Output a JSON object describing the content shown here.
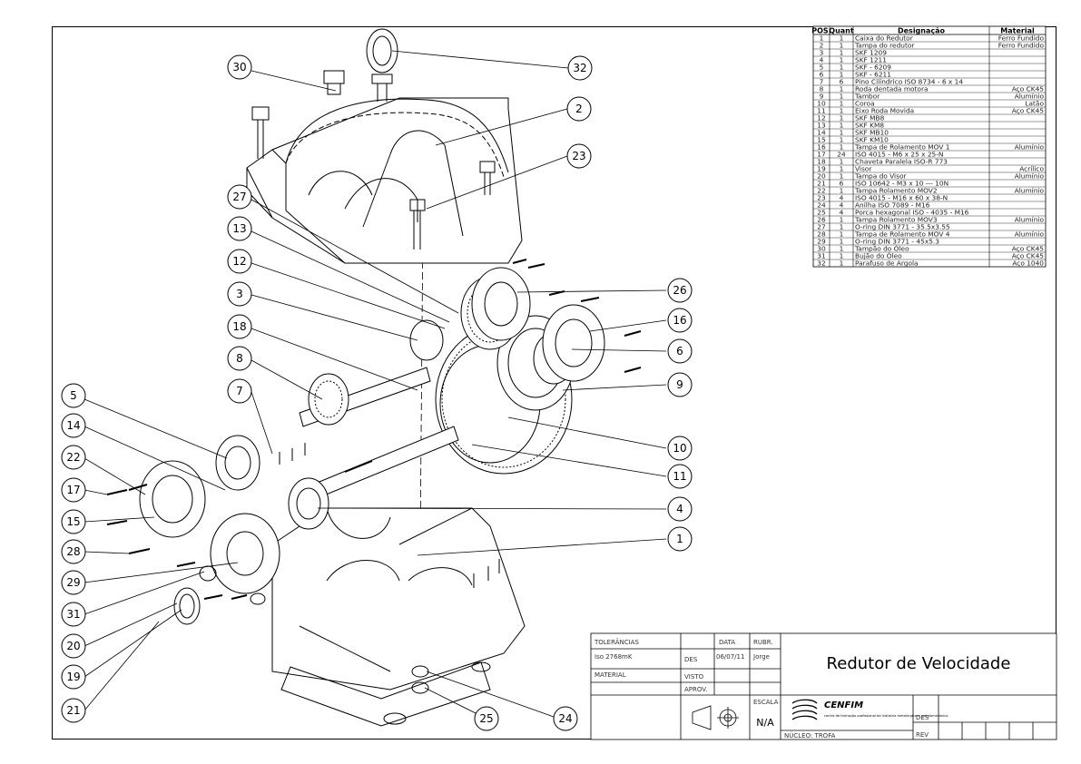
{
  "drawing_title": "Redutor de Velocidade",
  "bom": {
    "headers": {
      "pos": "POS.",
      "quant": "Quant",
      "designacao": "Designação",
      "material": "Material"
    },
    "rows": [
      {
        "pos": "1",
        "quant": "1",
        "designacao": "Caixa do Redutor",
        "material": "Ferro Fundido"
      },
      {
        "pos": "2",
        "quant": "1",
        "designacao": "Tampa do redutor",
        "material": "Ferro Fundido"
      },
      {
        "pos": "3",
        "quant": "1",
        "designacao": "SKF 1209",
        "material": ""
      },
      {
        "pos": "4",
        "quant": "1",
        "designacao": "SKF 1211",
        "material": ""
      },
      {
        "pos": "5",
        "quant": "1",
        "designacao": "SKF - 6209",
        "material": ""
      },
      {
        "pos": "6",
        "quant": "1",
        "designacao": "SKF - 6211",
        "material": ""
      },
      {
        "pos": "7",
        "quant": "6",
        "designacao": "Pino Cilíndrico ISO 8734 - 6 x 14",
        "material": ""
      },
      {
        "pos": "8",
        "quant": "1",
        "designacao": "Roda dentada motora",
        "material": "Aço CK45"
      },
      {
        "pos": "9",
        "quant": "1",
        "designacao": "Tambor",
        "material": "Alumínio"
      },
      {
        "pos": "10",
        "quant": "1",
        "designacao": "Coroa",
        "material": "Latão"
      },
      {
        "pos": "11",
        "quant": "1",
        "designacao": "Eixo Roda Movida",
        "material": "Aço CK45"
      },
      {
        "pos": "12",
        "quant": "1",
        "designacao": "SKF MB8",
        "material": ""
      },
      {
        "pos": "13",
        "quant": "1",
        "designacao": "SKF KM8",
        "material": ""
      },
      {
        "pos": "14",
        "quant": "1",
        "designacao": "SKF MB10",
        "material": ""
      },
      {
        "pos": "15",
        "quant": "1",
        "designacao": "SKF KM10",
        "material": ""
      },
      {
        "pos": "16",
        "quant": "1",
        "designacao": "Tampa de Rolamento MOV 1",
        "material": "Alumínio"
      },
      {
        "pos": "17",
        "quant": "24",
        "designacao": "ISO 4015 - M6 x 25 x 25-N",
        "material": ""
      },
      {
        "pos": "18",
        "quant": "1",
        "designacao": "Chaveta Paralela ISO-R 773",
        "material": ""
      },
      {
        "pos": "19",
        "quant": "1",
        "designacao": "Visor",
        "material": "Acrílico"
      },
      {
        "pos": "20",
        "quant": "1",
        "designacao": "Tampa do Visor",
        "material": "Alumínio"
      },
      {
        "pos": "21",
        "quant": "6",
        "designacao": "ISO 10642 - M3 x 10 --- 10N",
        "material": ""
      },
      {
        "pos": "22",
        "quant": "1",
        "designacao": "Tampa Rolamento MOV2",
        "material": "Alumínio"
      },
      {
        "pos": "23",
        "quant": "4",
        "designacao": "ISO 4015 - M16 x 60 x 38-N",
        "material": ""
      },
      {
        "pos": "24",
        "quant": "4",
        "designacao": "Anilha ISO 7089 - M16",
        "material": ""
      },
      {
        "pos": "25",
        "quant": "4",
        "designacao": "Porca hexagonal ISO - 4035 - M16",
        "material": ""
      },
      {
        "pos": "26",
        "quant": "1",
        "designacao": "Tampa Rolamento MOV3",
        "material": "Alumínio"
      },
      {
        "pos": "27",
        "quant": "1",
        "designacao": "O-ring DIN 3771 - 35.5x3.55",
        "material": ""
      },
      {
        "pos": "28",
        "quant": "1",
        "designacao": "Tampa de Rolamento MOV 4",
        "material": "Alumínio"
      },
      {
        "pos": "29",
        "quant": "1",
        "designacao": "O-ring DIN 3771 - 45x5.3",
        "material": ""
      },
      {
        "pos": "30",
        "quant": "1",
        "designacao": "Tampão do Óleo",
        "material": "Aço CK45"
      },
      {
        "pos": "31",
        "quant": "1",
        "designacao": "Bujão do Óleo",
        "material": "Aço CK45"
      },
      {
        "pos": "32",
        "quant": "1",
        "designacao": "Parafuso de Argola",
        "material": "Aço 1040"
      }
    ]
  },
  "title_block": {
    "tolerancias_label": "TOLERÂNCIAS",
    "tolerancias_value": "Iso 2768mK",
    "material_label": "MATERIAL",
    "data_label": "DATA",
    "rubr_label": "RUBR.",
    "des_label": "DES",
    "des_date": "06/07/11",
    "des_name": "Jorge",
    "visto_label": "VISTO",
    "aprov_label": "APROV.",
    "escala_label": "ESCALA",
    "escala_value": "N/A",
    "company": "CENFIM",
    "company_sub": "centro de formação profissional da indústria metalúrgica e metalomecânica",
    "nucleo": "NÚCLEO: TROFA",
    "des2_label": "DES",
    "rev_label": "REV"
  },
  "balloons": {
    "b1": "1",
    "b2": "2",
    "b3": "3",
    "b4": "4",
    "b5": "5",
    "b6": "6",
    "b7": "7",
    "b8": "8",
    "b9": "9",
    "b10": "10",
    "b11": "11",
    "b12": "12",
    "b13": "13",
    "b14": "14",
    "b15": "15",
    "b16": "16",
    "b17": "17",
    "b18": "18",
    "b19": "19",
    "b20": "20",
    "b21": "21",
    "b22": "22",
    "b23": "23",
    "b24": "24",
    "b25": "25",
    "b26": "26",
    "b27": "27",
    "b28": "28",
    "b29": "29",
    "b30": "30",
    "b31": "31",
    "b32": "32"
  }
}
